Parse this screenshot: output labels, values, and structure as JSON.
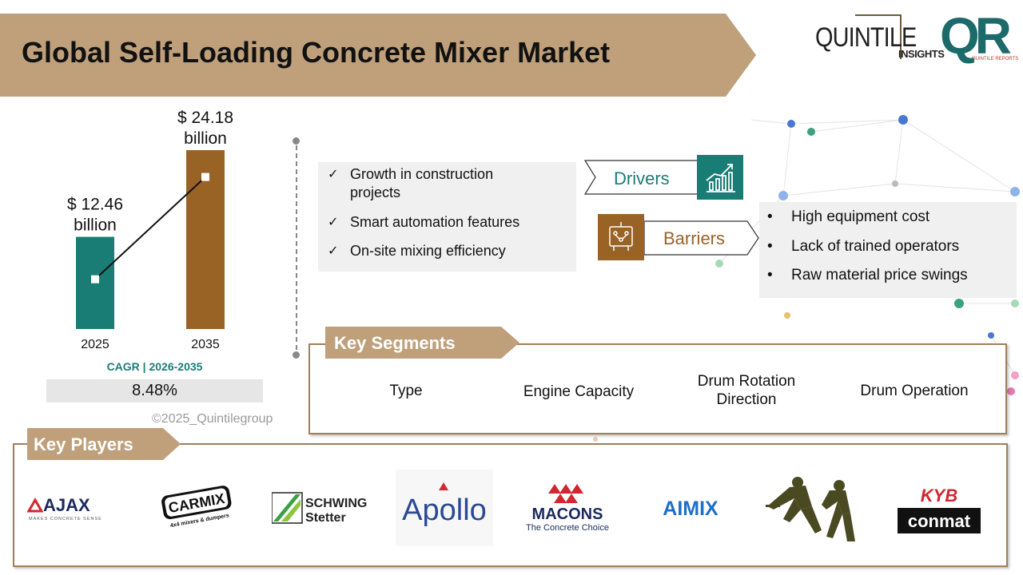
{
  "header": {
    "title": "Global Self-Loading Concrete Mixer Market"
  },
  "logo": {
    "quintile": "QUINTILE",
    "insights": "INSIGHTS",
    "qr": "QR",
    "reports": "QUINTILE REPORTS"
  },
  "colors": {
    "banner": "#bfa07a",
    "teal": "#1a7d75",
    "brown": "#9a6326",
    "panel_border": "#a0805a"
  },
  "chart_data": {
    "type": "bar",
    "categories": [
      "2025",
      "2035"
    ],
    "values": [
      12.46,
      24.18
    ],
    "value_labels": [
      [
        "$ 12.46",
        "billion"
      ],
      [
        "$ 24.18",
        "billion"
      ]
    ],
    "colors": [
      "#1a7d75",
      "#9a6326"
    ],
    "ylim": [
      0,
      24.18
    ],
    "has_trend_line": true,
    "grid": false
  },
  "cagr": {
    "label": "CAGR | 2026-2035",
    "value": "8.48%"
  },
  "copyright": "©2025_Quintilegroup",
  "drivers": {
    "label": "Drivers",
    "icon": "growth-chart-icon",
    "items": [
      {
        "line1": "Growth in construction",
        "line2": "projects"
      },
      {
        "line1": "Smart automation features",
        "line2": ""
      },
      {
        "line1": "On-site mixing efficiency",
        "line2": ""
      }
    ],
    "check": "✓"
  },
  "barriers": {
    "label": "Barriers",
    "icon": "circuit-board-icon",
    "bullet": "•",
    "items": [
      "High equipment cost",
      "Lack of trained operators",
      "Raw material price swings"
    ]
  },
  "segments": {
    "title": "Key Segments",
    "items": [
      {
        "line1": "Type",
        "line2": ""
      },
      {
        "line1": "Engine Capacity",
        "line2": ""
      },
      {
        "line1": "Drum Rotation",
        "line2": "Direction"
      },
      {
        "line1": "Drum Operation",
        "line2": ""
      }
    ]
  },
  "players": {
    "title": "Key Players",
    "ajax": {
      "name": "AJAX",
      "tagline": "MAKES CONCRETE SENSE"
    },
    "carmix": {
      "name": "CARMIX",
      "tagline": "4x4 mixers & dumpers"
    },
    "schwing": {
      "line1": "SCHWING",
      "line2": "Stetter"
    },
    "apollo": {
      "name": "Apollo"
    },
    "macons": {
      "name": "MACONS",
      "tagline": "The Concrete Choice"
    },
    "aimix": {
      "name": "AIMIX"
    },
    "kyb": {
      "line1": "KYB",
      "line2": "conmat"
    }
  }
}
